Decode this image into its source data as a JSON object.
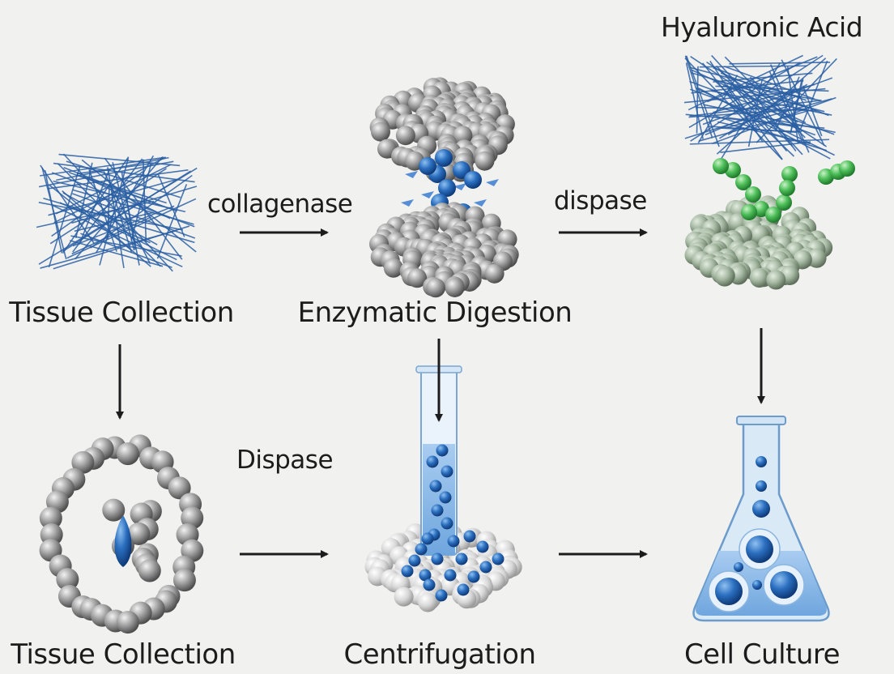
{
  "title": "Hyaluronic Acid",
  "stages": {
    "tissue_collection_top": "Tissue Collection",
    "enzymatic_digestion": "Enzymatic Digestion",
    "tissue_collection_bottom": "Tissue Collection",
    "centrifugation": "Centrifugation",
    "cell_culture": "Cell Culture"
  },
  "enzymes": {
    "collagenase": "collagenase",
    "dispase_top": "dispase",
    "dispase_bottom": "Dispase"
  },
  "colors": {
    "background": "#f1f1f0",
    "fiber_blue": "#2a5fa3",
    "sphere_gray": "#9a9a9a",
    "sphere_blue": "#1f5fae",
    "sphere_green": "#3fae4f",
    "sphere_sage": "#9fb39c",
    "arrow": "#1c1c1c",
    "glass": "#b8d4ec"
  },
  "icons": {
    "fiber_mesh": "fiber-mesh-icon",
    "split_sphere": "split-sphere-cluster-icon",
    "test_tube": "test-tube-icon",
    "flask": "erlenmeyer-flask-icon"
  }
}
